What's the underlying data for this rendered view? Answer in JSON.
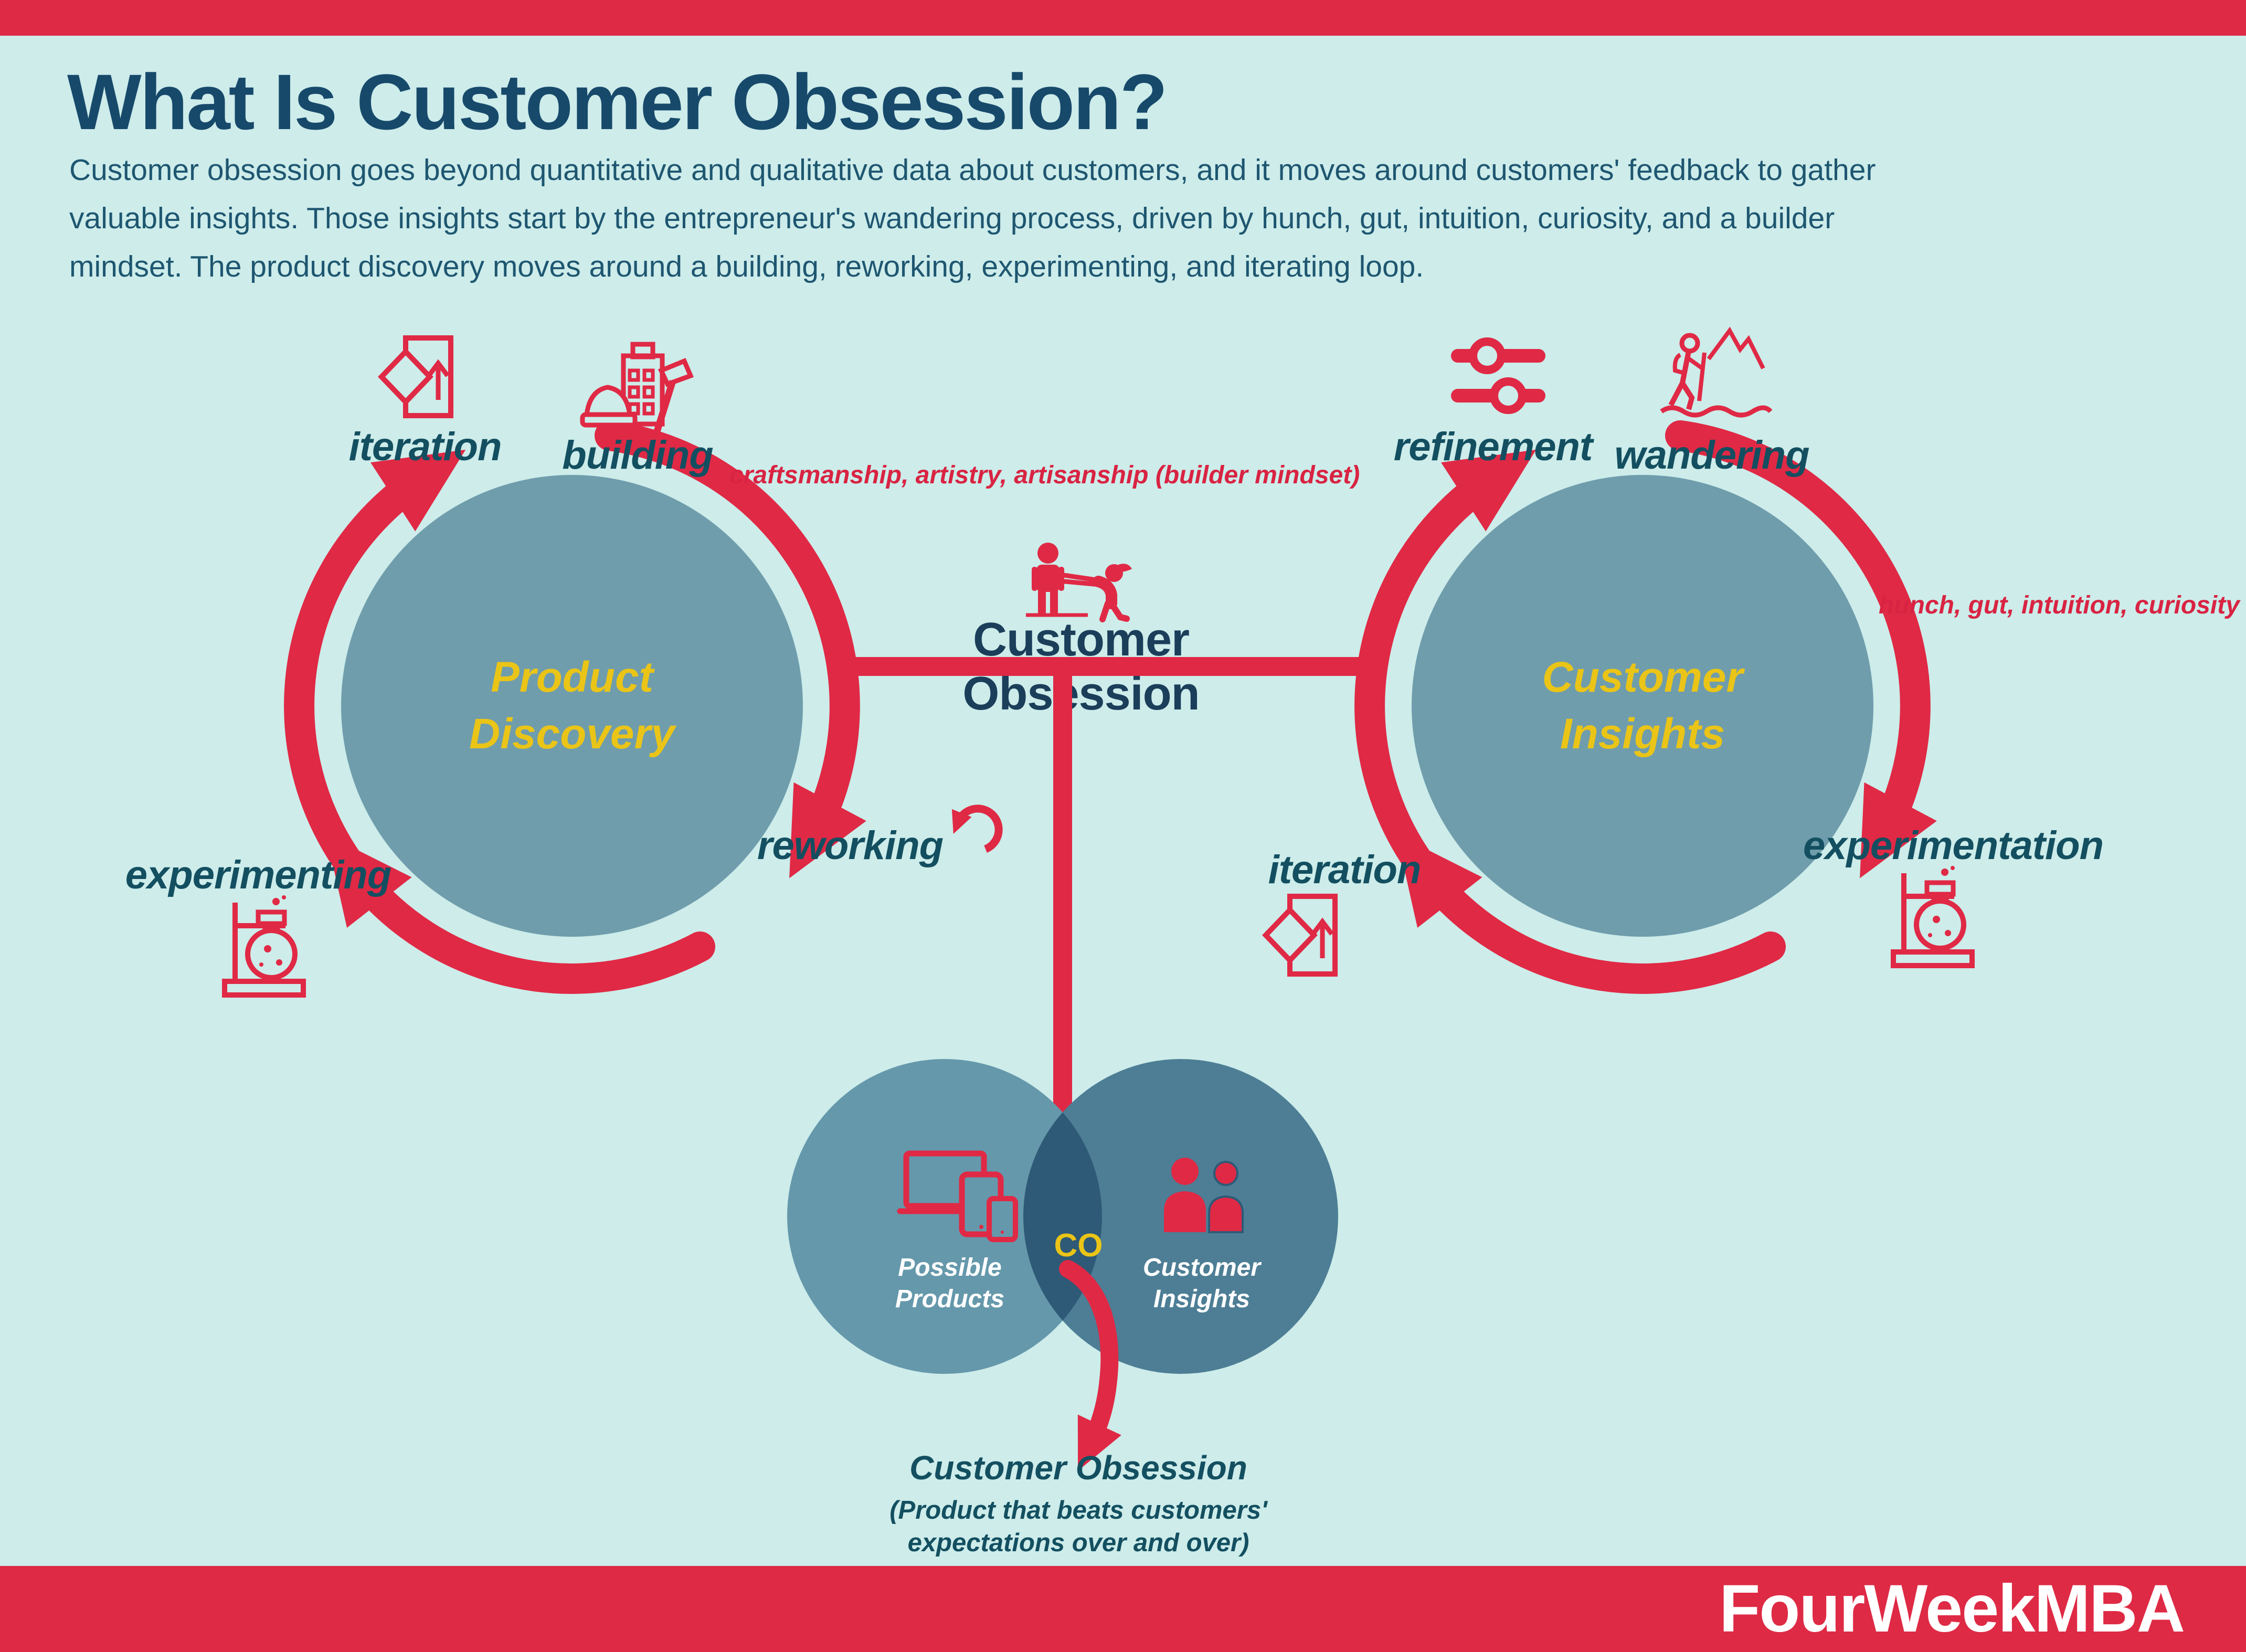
{
  "header": {
    "title": "What Is Customer Obsession?",
    "description_lines": [
      "Customer obsession goes beyond quantitative and qualitative data about customers, and it moves around customers' feedback to gather",
      "valuable insights. Those insights start by the entrepreneur's wandering process, driven by hunch, gut, intuition, curiosity, and a builder",
      "mindset. The product discovery moves around a building, reworking, experimenting, and iterating loop."
    ]
  },
  "left_loop": {
    "center_label": "Product Discovery",
    "annotation": "craftsmanship, artistry, artisanship (builder mindset)",
    "steps": [
      {
        "id": "iteration",
        "label": "iteration"
      },
      {
        "id": "building",
        "label": "building"
      },
      {
        "id": "reworking",
        "label": "reworking"
      },
      {
        "id": "experimenting",
        "label": "experimenting"
      }
    ]
  },
  "right_loop": {
    "center_label": "Customer Insights",
    "annotation": "hunch, gut, intuition, curiosity",
    "steps": [
      {
        "id": "refinement",
        "label": "refinement"
      },
      {
        "id": "wandering",
        "label": "wandering"
      },
      {
        "id": "experimentation",
        "label": "experimentation"
      },
      {
        "id": "iteration",
        "label": "iteration"
      }
    ]
  },
  "connector": {
    "label": "Customer Obsession"
  },
  "venn": {
    "left_label": "Possible Products",
    "right_label": "Customer Insights",
    "intersection_label": "CO",
    "caption_title": "Customer Obsession",
    "caption_line1": "(Product that beats customers'",
    "caption_line2": "expectations over and over)"
  },
  "footer": {
    "brand": "FourWeekMBA"
  },
  "colors": {
    "background": "#cdecea",
    "red": "#e02945",
    "navy": "#17496b",
    "teal": "#134f60",
    "yellow": "#eac417",
    "loop_circle": "#6f9dac",
    "venn_left": "#6598ab",
    "venn_right": "#4d7e95",
    "venn_overlap": "#2e5a77",
    "white": "#ffffff"
  }
}
